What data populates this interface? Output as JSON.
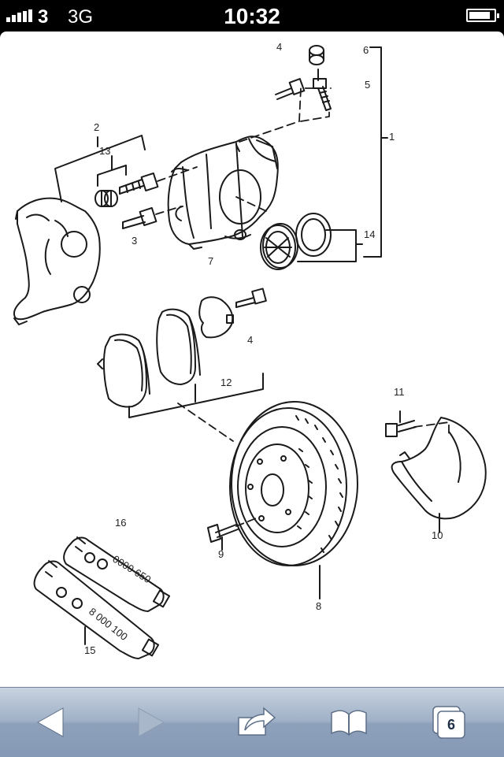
{
  "status_bar": {
    "carrier": "3",
    "network": "3G",
    "time": "10:32"
  },
  "diagram": {
    "callouts": [
      {
        "id": "c1",
        "text": "1"
      },
      {
        "id": "c2",
        "text": "2"
      },
      {
        "id": "c3",
        "text": "3"
      },
      {
        "id": "c4a",
        "text": "4"
      },
      {
        "id": "c4b",
        "text": "4"
      },
      {
        "id": "c5",
        "text": "5"
      },
      {
        "id": "c6",
        "text": "6"
      },
      {
        "id": "c7",
        "text": "7"
      },
      {
        "id": "c8",
        "text": "8"
      },
      {
        "id": "c9",
        "text": "9"
      },
      {
        "id": "c10",
        "text": "10"
      },
      {
        "id": "c11",
        "text": "11"
      },
      {
        "id": "c12",
        "text": "12"
      },
      {
        "id": "c13",
        "text": "13"
      },
      {
        "id": "c14",
        "text": "14"
      },
      {
        "id": "c15",
        "text": "15"
      },
      {
        "id": "c16",
        "text": "16"
      }
    ],
    "tube_labels": {
      "upper": "0000 650",
      "lower": "8 000 100"
    }
  },
  "toolbar": {
    "tab_count": "6",
    "icons": [
      "back-arrow-icon",
      "forward-arrow-icon",
      "share-icon",
      "bookmarks-icon",
      "tabs-icon"
    ]
  }
}
